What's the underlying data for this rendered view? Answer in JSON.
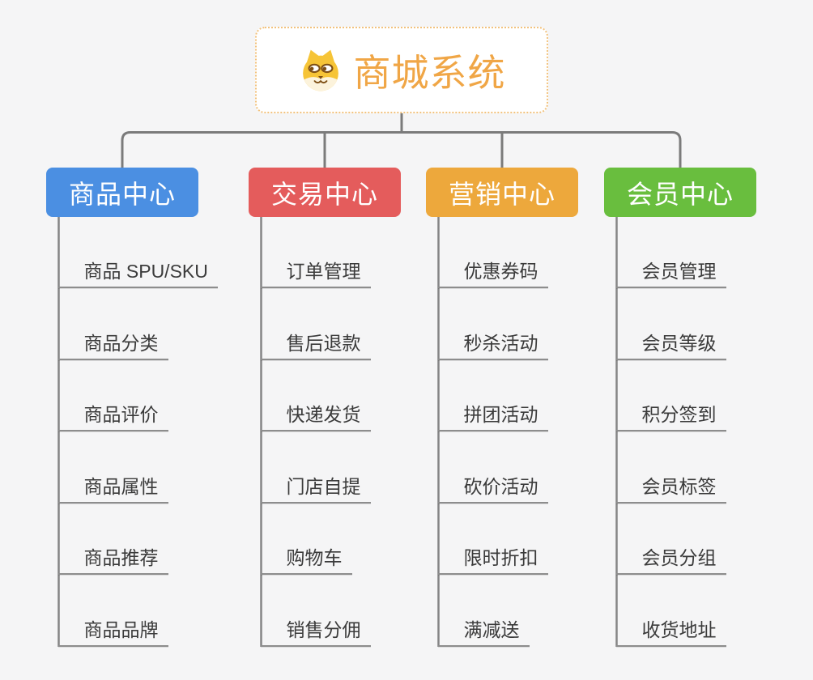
{
  "root": {
    "title": "商城系统",
    "icon": "shiba-dog-icon"
  },
  "branches": [
    {
      "label": "商品中心",
      "color": "#4b8fe2",
      "children": [
        "商品 SPU/SKU",
        "商品分类",
        "商品评价",
        "商品属性",
        "商品推荐",
        "商品品牌"
      ]
    },
    {
      "label": "交易中心",
      "color": "#e45c5c",
      "children": [
        "订单管理",
        "售后退款",
        "快递发货",
        "门店自提",
        "购物车",
        "销售分佣"
      ]
    },
    {
      "label": "营销中心",
      "color": "#eda83c",
      "children": [
        "优惠券码",
        "秒杀活动",
        "拼团活动",
        "砍价活动",
        "限时折扣",
        "满减送"
      ]
    },
    {
      "label": "会员中心",
      "color": "#69be3e",
      "children": [
        "会员管理",
        "会员等级",
        "积分签到",
        "会员标签",
        "会员分组",
        "收货地址"
      ]
    }
  ],
  "colors": {
    "background": "#f5f5f6",
    "root_border": "#f2c27d",
    "root_title": "#f0a646",
    "connector": "#7b7b7b",
    "child_line": "#8d8d8d",
    "child_text": "#3b3b3b"
  }
}
